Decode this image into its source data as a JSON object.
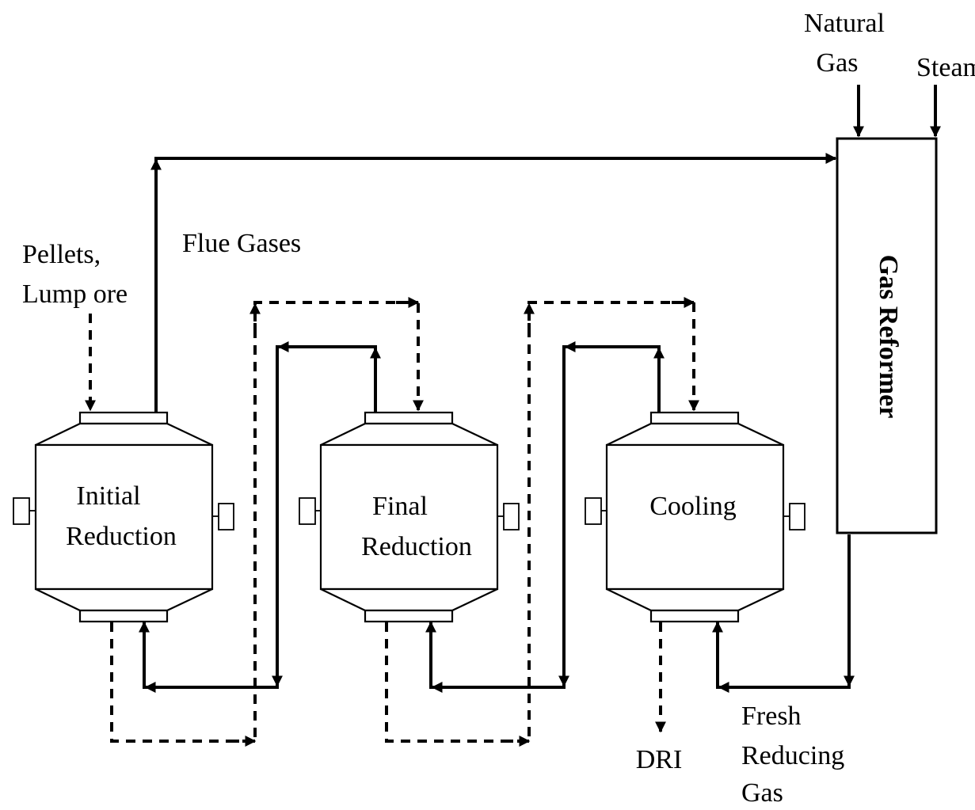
{
  "labels": {
    "natural_gas": [
      "Natural",
      "Gas"
    ],
    "steam": "Steam",
    "flue_gases": "Flue Gases",
    "feed": [
      "Pellets,",
      "Lump ore"
    ],
    "gas_reformer": "Gas Reformer",
    "dri": "DRI",
    "fresh_gas": [
      "Fresh",
      "Reducing",
      "Gas"
    ]
  },
  "vessels": [
    {
      "id": "initial",
      "label": [
        "Initial",
        "Reduction"
      ]
    },
    {
      "id": "final",
      "label": [
        "Final",
        "Reduction"
      ]
    },
    {
      "id": "cooling",
      "label": [
        "Cooling"
      ]
    }
  ]
}
